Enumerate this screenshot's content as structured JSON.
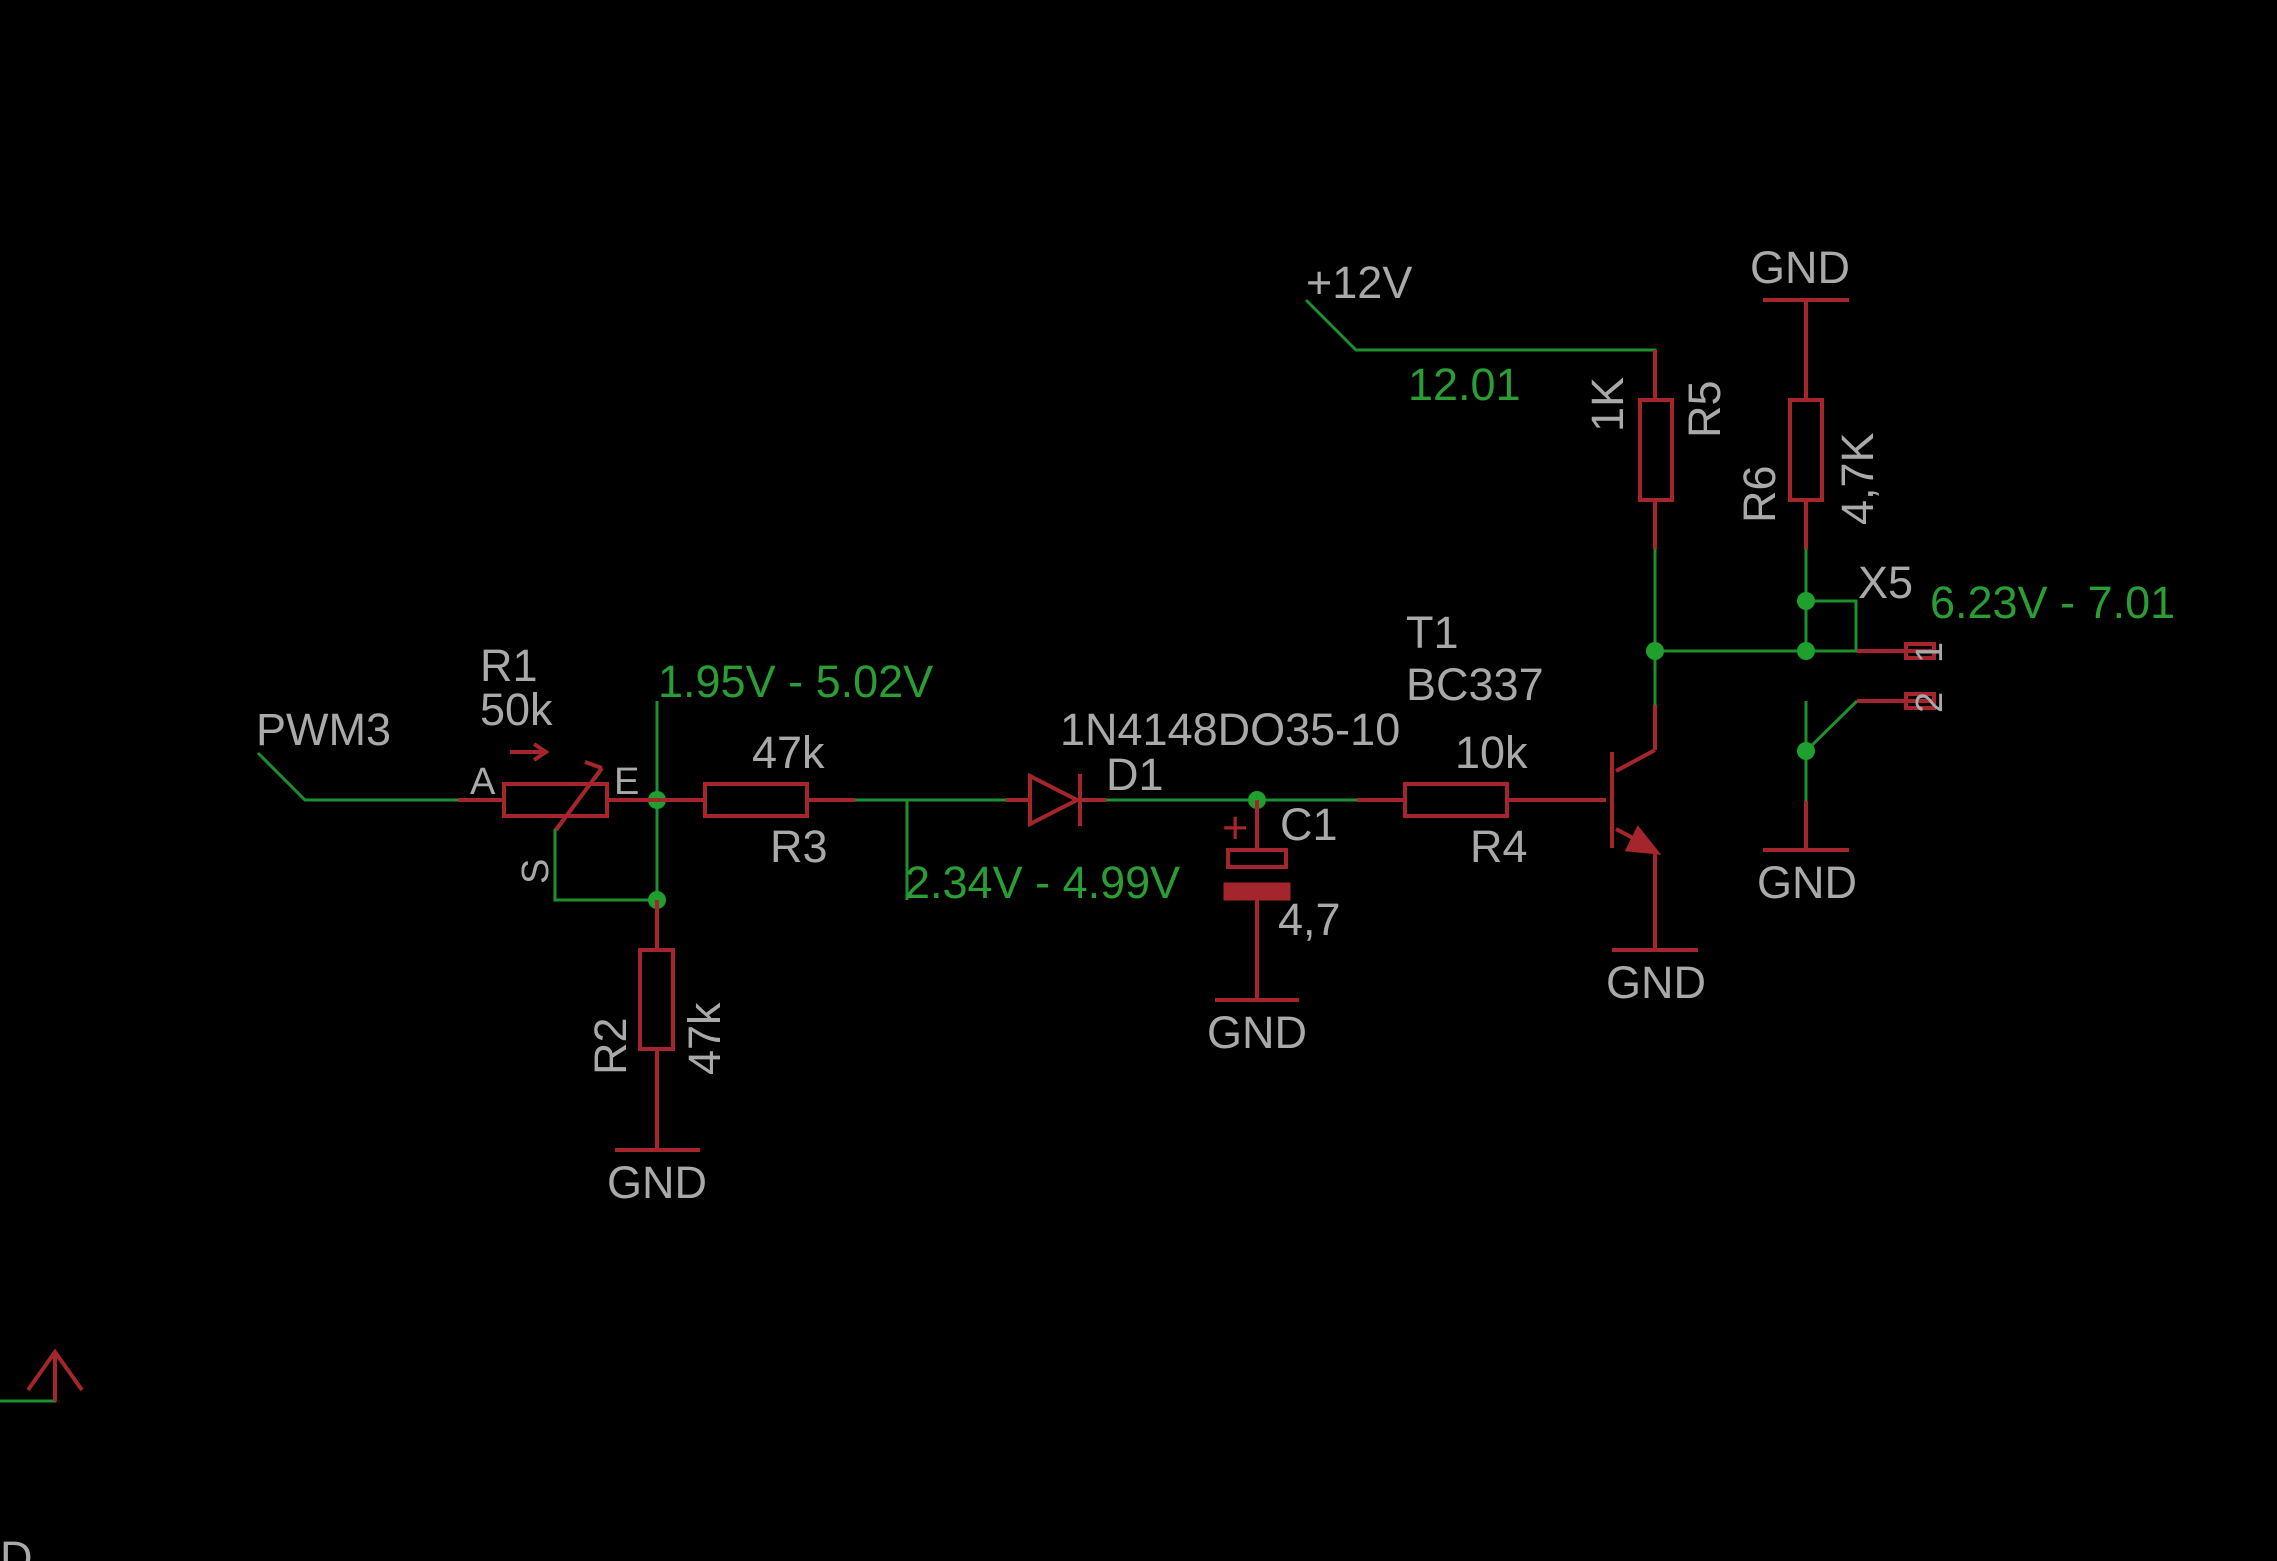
{
  "schematic": {
    "net_labels": {
      "pwm": "PWM3",
      "supply": "+12V",
      "supply_measured": "12.01",
      "node_e": "1.95V - 5.02V",
      "node_diode_in": "2.34V - 4.99V",
      "node_out": "6.23V - 7.01"
    },
    "r1": {
      "name": "R1",
      "value": "50k",
      "pin_a": "A",
      "pin_e": "E",
      "pin_s": "S"
    },
    "r2": {
      "name": "R2",
      "value": "47k"
    },
    "r3": {
      "name": "R3",
      "value": "47k"
    },
    "r4": {
      "name": "R4",
      "value": "10k"
    },
    "r5": {
      "name": "R5",
      "value": "1K"
    },
    "r6": {
      "name": "R6",
      "value": "4,7K"
    },
    "d1": {
      "name": "D1",
      "value": "1N4148DO35-10"
    },
    "c1": {
      "name": "C1",
      "value": "4,7",
      "polarity": "+"
    },
    "t1": {
      "name": "T1",
      "value": "BC337"
    },
    "x5": {
      "name": "X5",
      "pin1": "1",
      "pin2": "2"
    },
    "gnd": "GND",
    "edge_fragment": "D"
  },
  "colors": {
    "wire": "#1e8f2e",
    "symbol": "#a4262c",
    "text": "#a9a9a9",
    "net_text": "#2a9d35",
    "background": "#000000"
  }
}
